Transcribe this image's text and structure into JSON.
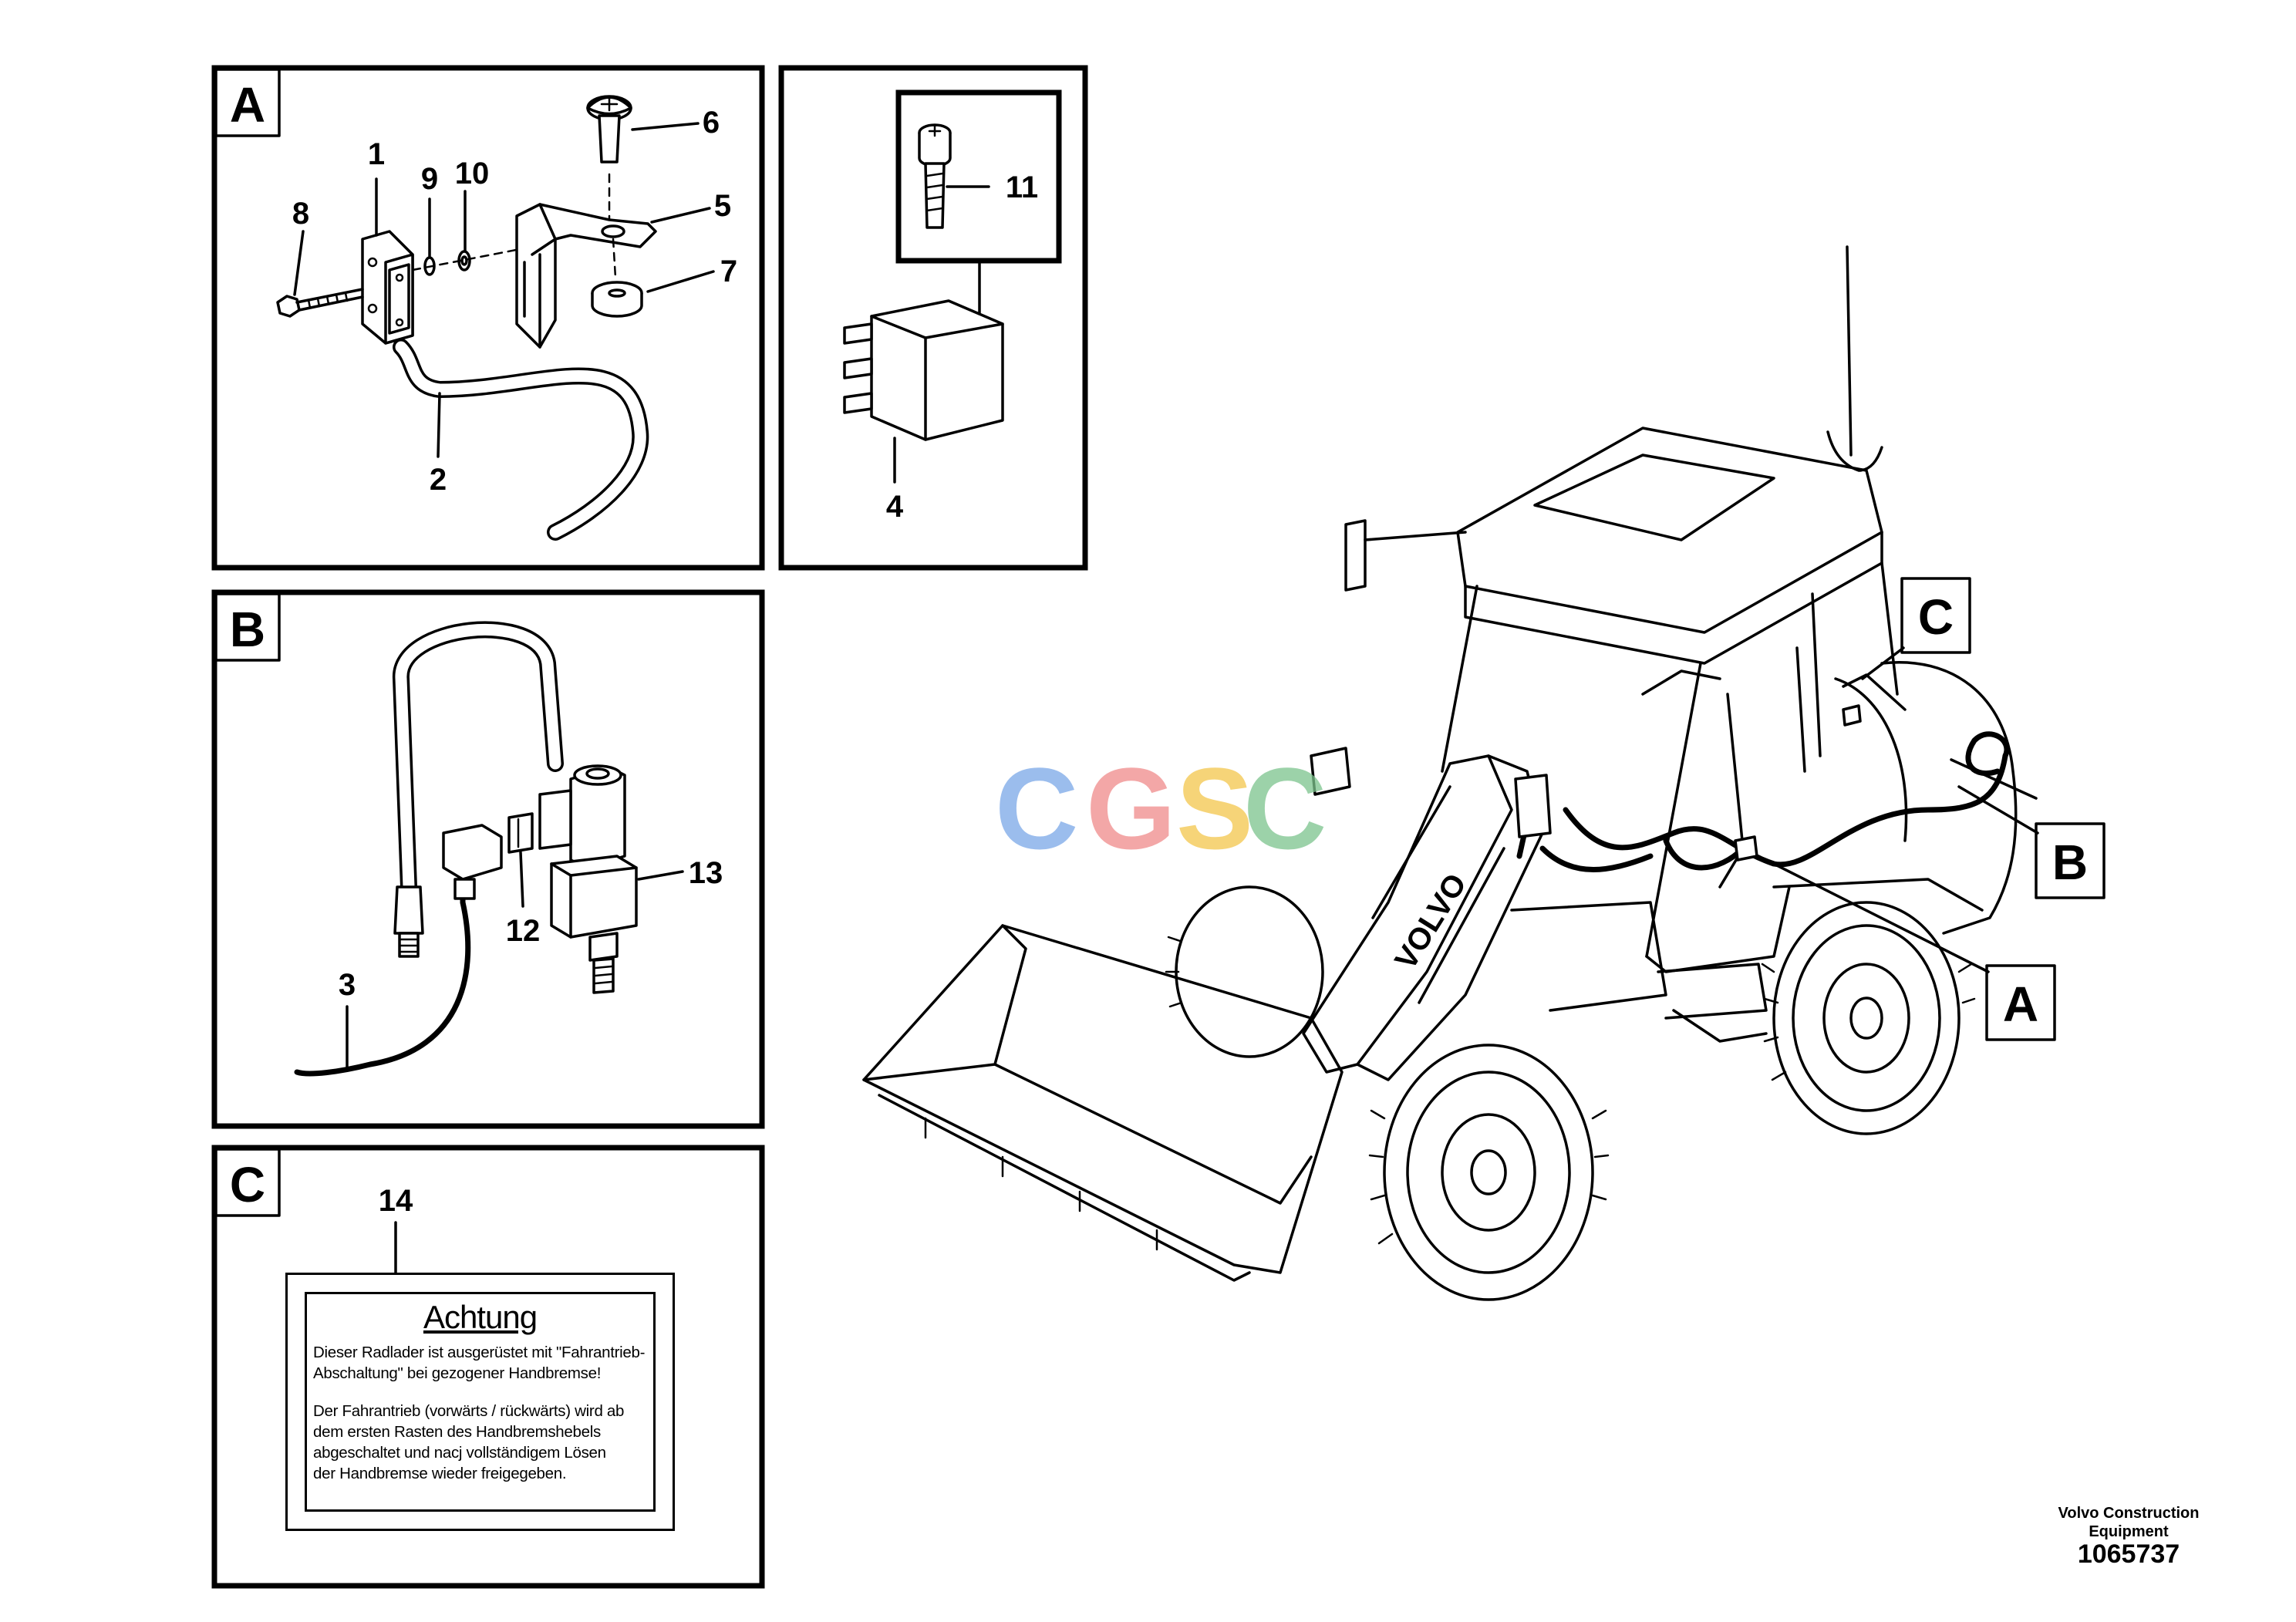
{
  "panels": {
    "A": {
      "letter": "A",
      "callouts": [
        "1",
        "2",
        "5",
        "6",
        "7",
        "8",
        "9",
        "10"
      ]
    },
    "relay": {
      "callouts": [
        "4",
        "11"
      ]
    },
    "B": {
      "letter": "B",
      "callouts": [
        "3",
        "12",
        "13"
      ]
    },
    "C": {
      "letter": "C",
      "callouts": [
        "14"
      ]
    }
  },
  "decal": {
    "title": "Achtung",
    "para1": [
      "Dieser Radlader ist ausgerüstet mit \"Fahrantrieb-",
      "Abschaltung\" bei gezogener Handbremse!"
    ],
    "para2": [
      "Der Fahrantrieb (vorwärts / rückwärts) wird ab",
      "dem ersten Rasten des Handbremshebels",
      "abgeschaltet und nacj vollständigem Lösen",
      "der Handbremse wieder freigegeben."
    ]
  },
  "machine": {
    "locators": [
      "C",
      "B",
      "A"
    ],
    "boom_lettering": "VOLVO"
  },
  "watermark": {
    "letters": [
      "C",
      "G",
      "S",
      "C"
    ],
    "colors": [
      "#7aa7e8",
      "#f08a8a",
      "#f3c64b",
      "#7cc48d"
    ]
  },
  "footer": {
    "brand_line1": "Volvo Construction",
    "brand_line2": "Equipment",
    "doc_number": "1065737"
  }
}
